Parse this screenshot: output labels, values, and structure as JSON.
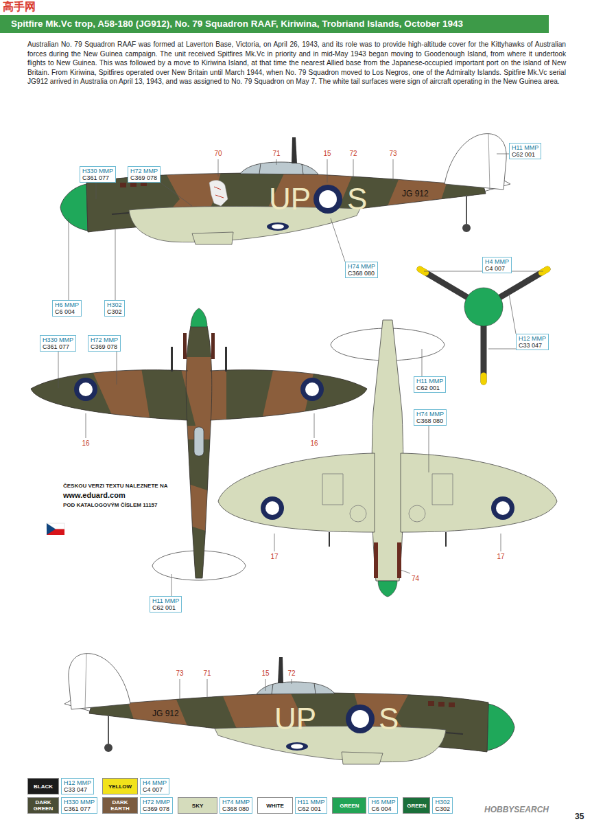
{
  "diagram": {
    "title": "Spitfire Mk.Vc trop, A58-180 (JG912), No. 79 Squadron RAAF, Kiriwina, Trobriand Islands, October 1943",
    "nodes": [
      {
        "text": [
          "H330 MMP",
          "C361 077"
        ]
      },
      {
        "text": [
          "H72 MMP",
          "C369 078"
        ]
      },
      {
        "text": [
          "H11 MMP",
          "C62 001"
        ]
      },
      {
        "text": [
          "H6 MMP",
          "C6 004"
        ]
      },
      {
        "text": [
          "H302",
          "C302"
        ]
      },
      {
        "text": [
          "H74 MMP",
          "C368 080"
        ]
      },
      {
        "text": [
          "H4 MMP",
          "C4 007"
        ]
      },
      {
        "text": [
          "H12 MMP",
          "C33 047"
        ]
      },
      {
        "text": [
          "H330 MMP",
          "C361 077"
        ]
      },
      {
        "text": [
          "H72 MMP",
          "C369 078"
        ]
      },
      {
        "text": [
          "H11 MMP",
          "C62 001"
        ]
      },
      {
        "text": [
          "H74 MMP",
          "C368 080"
        ]
      },
      {
        "text": [
          "H11 MMP",
          "C62 001"
        ]
      },
      {
        "text": [
          "H12 MMP",
          "C33 047"
        ]
      },
      {
        "text": [
          "H4 MMP",
          "C4 007"
        ]
      },
      {
        "text": [
          "H330 MMP",
          "C361 077"
        ]
      },
      {
        "text": [
          "H72 MMP",
          "C369 078"
        ]
      },
      {
        "text": [
          "H74 MMP",
          "C368 080"
        ]
      },
      {
        "text": [
          "H11 MMP",
          "C62 001"
        ]
      },
      {
        "text": [
          "H6 MMP",
          "C6 004"
        ]
      },
      {
        "text": [
          "H302",
          "C302"
        ]
      }
    ],
    "labels": [
      "高手网",
      "Australian No. 79 Squadron RAAF was formed at Laverton Base, Victoria, on April 26, 1943, and its role was to provide high-altitude cover for the Kittyhawks of Australian forces during the New Guinea campaign. The unit received Spitfires Mk.Vc in priority and in mid-May 1943 began moving to Goodenough Island, from where it undertook flights to New Guinea. This was followed by a move to Kiriwina Island, at that time the nearest Allied base from the Japanese-occupied important port on the island of New Britain. From Kiriwina, Spitfires operated over New Britain until March 1944, when No. 79 Squadron moved to Los Negros, one of the Admiralty Islands. Spitfire Mk.Vc serial JG912 arrived in Australia on April 13, 1943, and was assigned to No. 79 Squadron on May 7. The white tail surfaces were sign of aircraft operating in the New Guinea area.",
      "70",
      "71",
      "15",
      "72",
      "73",
      "UP",
      "S",
      "JG 912",
      "16",
      "16",
      "ČESKOU VERZI TEXTU NALEZNETE NA",
      "www.eduard.com",
      "POD KATALOGOVÝM ČÍSLEM 11157",
      "17",
      "17",
      "74",
      "73",
      "71",
      "15",
      "72",
      "JG 912",
      "UP",
      "S",
      "HOBBYSEARCH",
      "35"
    ],
    "legend": [
      {
        "text": "BLACK",
        "color": "#1b1b1b"
      },
      {
        "text": "YELLOW",
        "color": "#f2e21b"
      },
      {
        "text": "DARK GREEN",
        "color": "#4a4d36"
      },
      {
        "text": "DARK EARTH",
        "color": "#7b5b3f"
      },
      {
        "text": "SKY",
        "color": "#d5dcbc"
      },
      {
        "text": "WHITE",
        "color": "#ffffff"
      },
      {
        "text": "GREEN",
        "color": "#22a455"
      },
      {
        "text": "GREEN",
        "color": "#1a6f3a"
      }
    ]
  }
}
